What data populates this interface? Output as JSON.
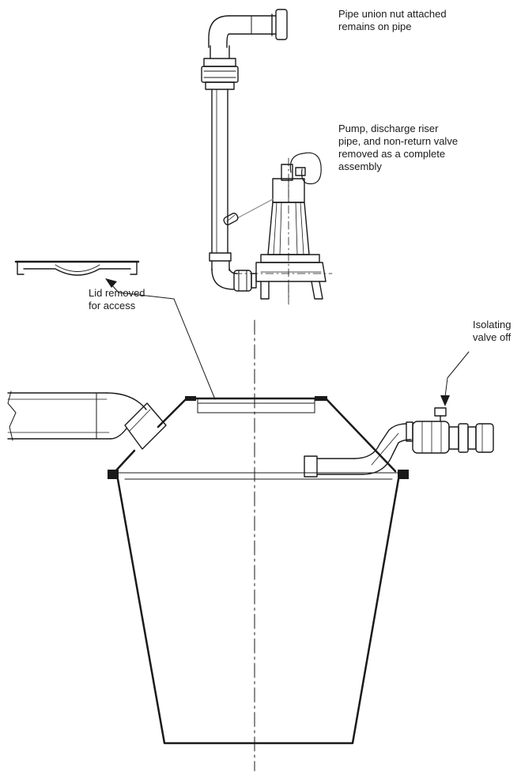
{
  "labels": {
    "pipe_union": "Pipe union nut attached\nremains on pipe",
    "pump_assembly": "Pump, discharge riser\npipe, and non-return valve\nremoved as a complete\nassembly",
    "lid_removed": "Lid removed\nfor access",
    "isolating_valve": "Isolating\nvalve off"
  },
  "colors": {
    "line": "#1a1a1a",
    "float_switch": "#8a8a8a"
  }
}
